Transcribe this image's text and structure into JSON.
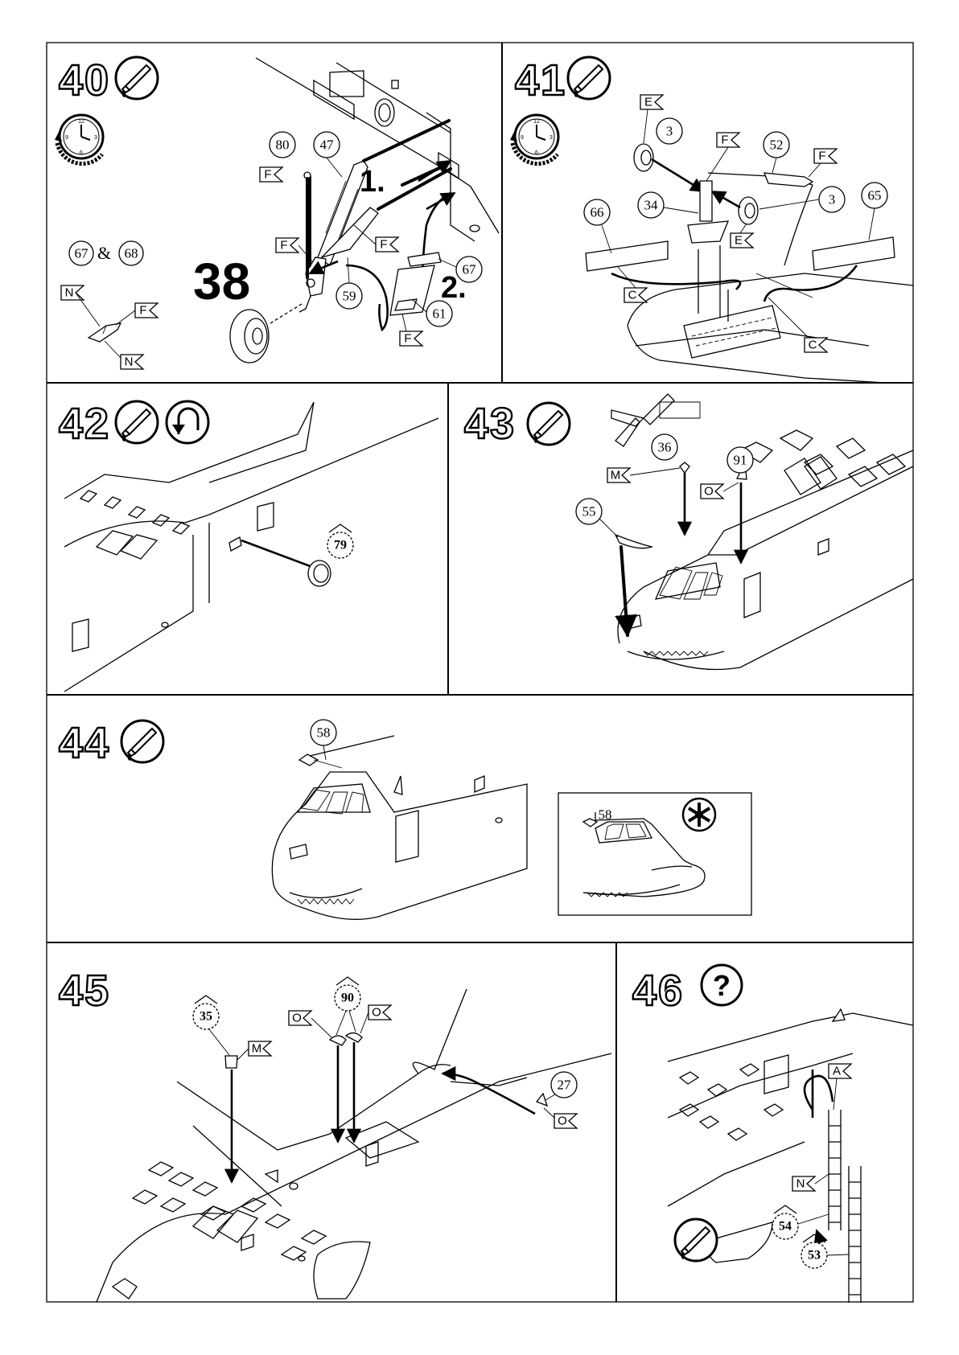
{
  "steps": [
    {
      "number": "40",
      "icons": [
        "glue-icon",
        "clock-icon"
      ],
      "order_labels": [
        "1.",
        "2."
      ],
      "big_part": "38",
      "parts": [
        "80",
        "47",
        "59",
        "67",
        "61",
        "67",
        "68"
      ],
      "amp": "&",
      "color_flags": [
        "F",
        "F",
        "F",
        "F",
        "N",
        "F",
        "N"
      ]
    },
    {
      "number": "41",
      "icons": [
        "glue-icon",
        "clock-icon"
      ],
      "parts": [
        "3",
        "52",
        "34",
        "3",
        "66",
        "65"
      ],
      "color_flags": [
        "E",
        "F",
        "F",
        "E",
        "C",
        "C"
      ]
    },
    {
      "number": "42",
      "icons": [
        "glue-icon",
        "rotate-icon"
      ],
      "parts": [
        "79"
      ]
    },
    {
      "number": "43",
      "icons": [
        "glue-icon"
      ],
      "parts": [
        "36",
        "91",
        "55"
      ],
      "color_flags": [
        "M",
        "O"
      ]
    },
    {
      "number": "44",
      "icons": [
        "glue-icon",
        "detail-asterisk-icon"
      ],
      "parts": [
        "58",
        "58"
      ]
    },
    {
      "number": "45",
      "icons": [],
      "parts": [
        "35",
        "90",
        "27"
      ],
      "color_flags": [
        "M",
        "O",
        "O",
        "O"
      ]
    },
    {
      "number": "46",
      "icons": [
        "question-icon",
        "glue-icon"
      ],
      "parts": [
        "54",
        "53"
      ],
      "color_flags": [
        "A",
        "N"
      ]
    }
  ]
}
